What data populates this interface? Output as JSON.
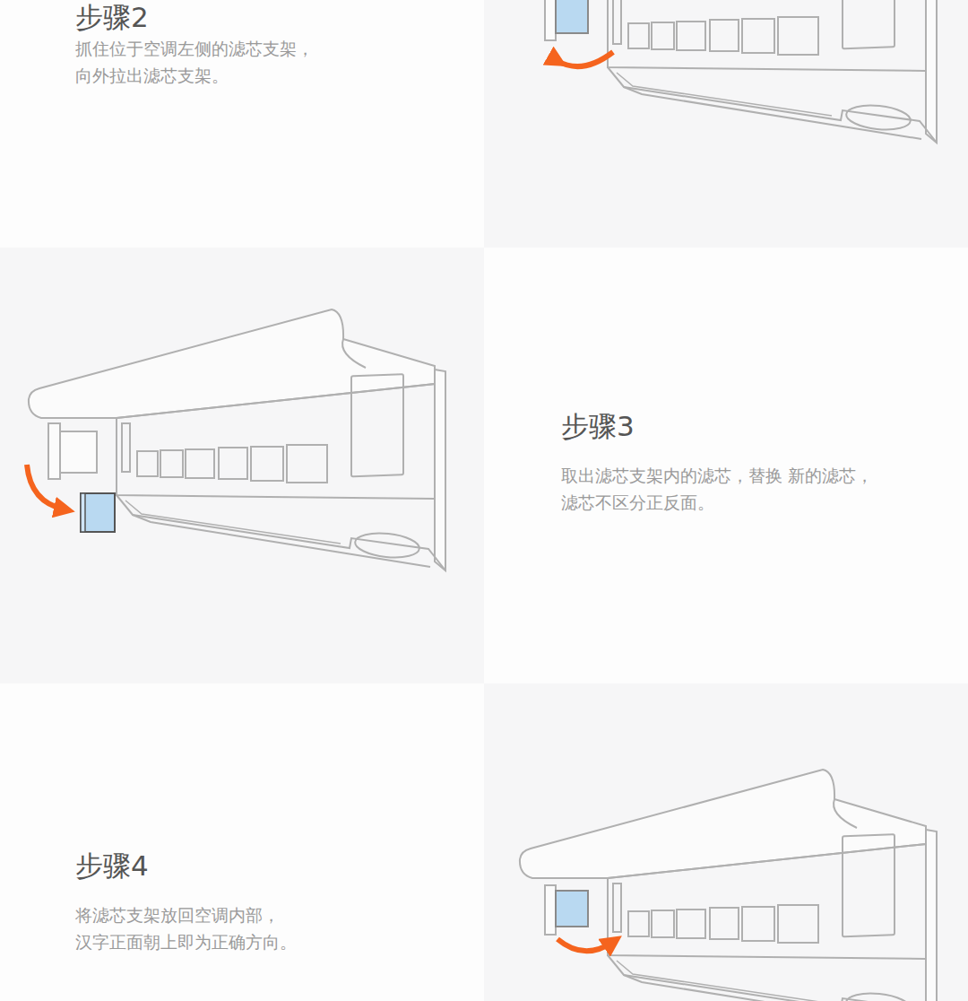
{
  "diagram": {
    "labels": [
      "步骤2",
      "抓住位于空调左侧的滤芯支架， 向外拉出滤芯支架。",
      "步骤3",
      "取出滤芯支架内的滤芯，替换 新的滤芯，滤芯不区分正反面。",
      "步骤4",
      "将滤芯支架放回空调内部， 汉字正面朝上即为正确方向。"
    ]
  }
}
